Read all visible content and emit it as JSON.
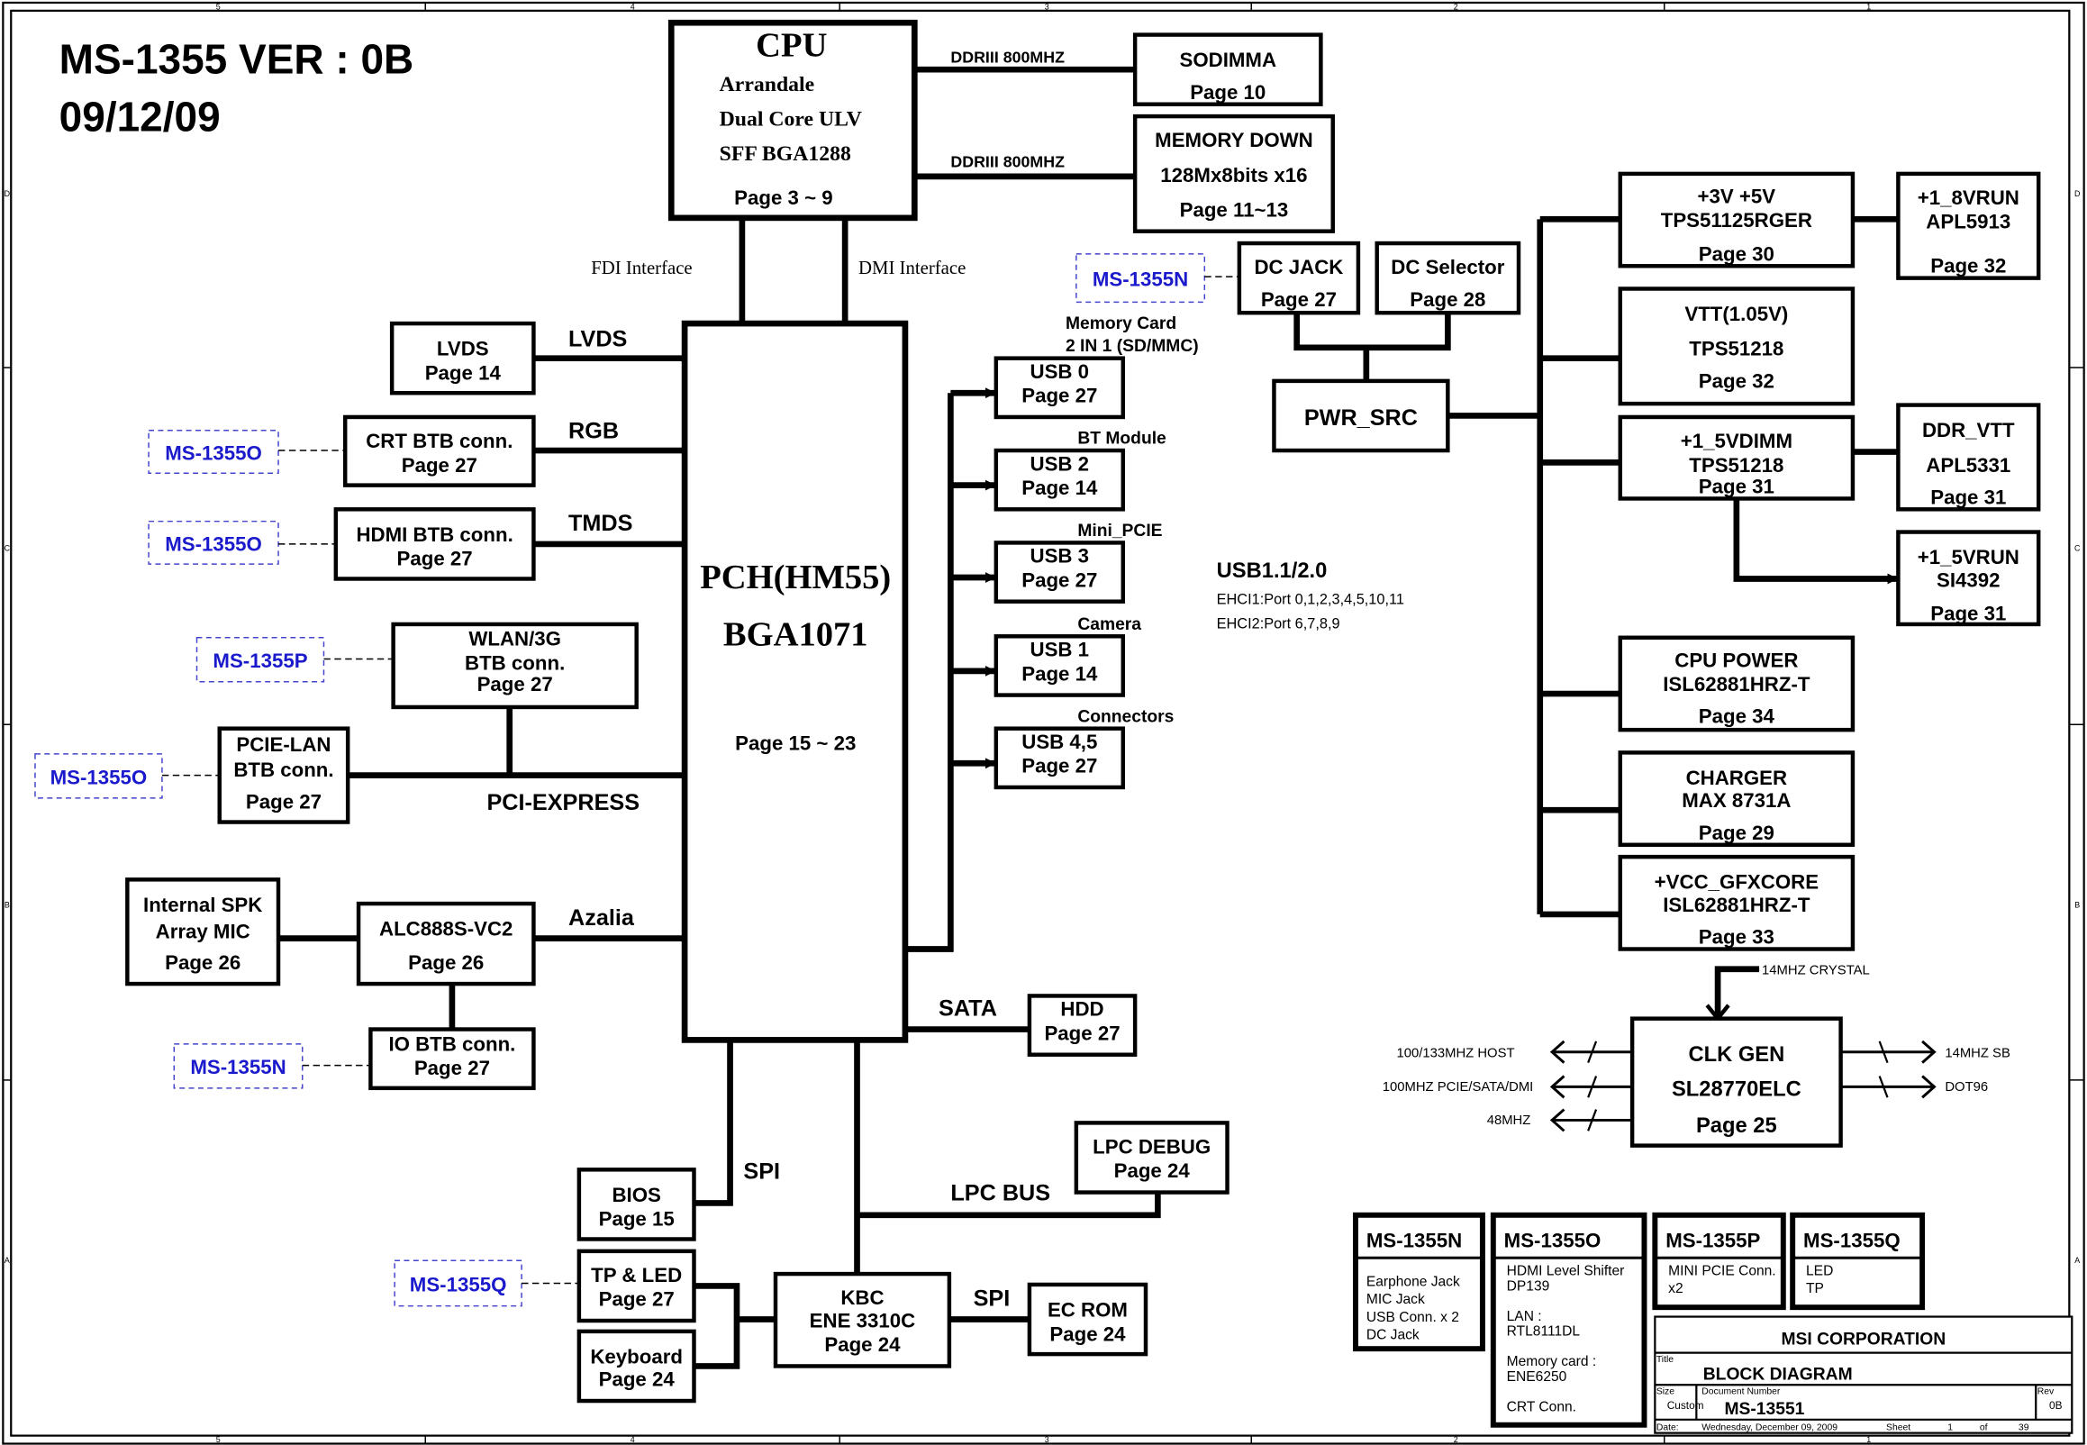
{
  "header": {
    "title": "MS-1355  VER : 0B",
    "date": "09/12/09"
  },
  "blocks": {
    "cpu": {
      "lines": [
        "CPU",
        "Arrandale",
        "Dual Core ULV",
        "SFF BGA1288",
        "Page 3 ~ 9"
      ]
    },
    "sodimm": {
      "lines": [
        "SODIMMA",
        "Page 10"
      ]
    },
    "memdown": {
      "lines": [
        "MEMORY DOWN",
        "128Mx8bits  x16",
        "Page 11~13"
      ]
    },
    "pch": {
      "lines": [
        "PCH(HM55)",
        "BGA1071",
        "Page 15 ~ 23"
      ]
    },
    "lvds": {
      "lines": [
        "LVDS",
        "Page 14"
      ]
    },
    "crt": {
      "lines": [
        "CRT BTB conn.",
        "Page 27"
      ]
    },
    "hdmi": {
      "lines": [
        "HDMI BTB conn.",
        "Page 27"
      ]
    },
    "wlan": {
      "lines": [
        "WLAN/3G",
        "BTB conn.",
        "Page 27"
      ]
    },
    "lan": {
      "lines": [
        "PCIE-LAN",
        "BTB conn.",
        "Page 27"
      ]
    },
    "spk": {
      "lines": [
        "Internal SPK",
        "Array MIC",
        "Page 26"
      ]
    },
    "alc": {
      "lines": [
        "ALC888S-VC2",
        "Page 26"
      ]
    },
    "iobtb": {
      "lines": [
        "IO BTB conn.",
        "Page 27"
      ]
    },
    "usb0": {
      "lines": [
        "USB 0",
        "Page 27"
      ]
    },
    "usb2": {
      "lines": [
        "USB 2",
        "Page 14"
      ]
    },
    "usb3": {
      "lines": [
        "USB 3",
        "Page 27"
      ]
    },
    "usb1": {
      "lines": [
        "USB 1",
        "Page 14"
      ]
    },
    "usb45": {
      "lines": [
        "USB 4,5",
        "Page 27"
      ]
    },
    "hdd": {
      "lines": [
        "HDD",
        "Page 27"
      ]
    },
    "bios": {
      "lines": [
        "BIOS",
        "Page 15"
      ]
    },
    "lpcdebug": {
      "lines": [
        "LPC DEBUG",
        "Page 24"
      ]
    },
    "kbc": {
      "lines": [
        "KBC",
        "ENE 3310C",
        "Page 24"
      ]
    },
    "ecrom": {
      "lines": [
        "EC ROM",
        "Page 24"
      ]
    },
    "tpled": {
      "lines": [
        "TP & LED",
        "Page 27"
      ]
    },
    "keyboard": {
      "lines": [
        "Keyboard",
        "Page 24"
      ]
    },
    "dcjack": {
      "lines": [
        "DC JACK",
        "Page 27"
      ]
    },
    "dcsel": {
      "lines": [
        "DC Selector",
        "Page 28"
      ]
    },
    "pwrsrc": {
      "lines": [
        "PWR_SRC"
      ]
    },
    "v3v5": {
      "lines": [
        "+3V +5V",
        "TPS51125RGER",
        "Page 30"
      ]
    },
    "vtt": {
      "lines": [
        "VTT(1.05V)",
        "TPS51218",
        "Page 32"
      ]
    },
    "v15dimm": {
      "lines": [
        "+1_5VDIMM",
        "TPS51218",
        "Page 31"
      ]
    },
    "cpupower": {
      "lines": [
        "CPU POWER",
        "ISL62881HRZ-T",
        "Page 34"
      ]
    },
    "charger": {
      "lines": [
        "CHARGER",
        "MAX 8731A",
        "Page 29"
      ]
    },
    "gfxcore": {
      "lines": [
        "+VCC_GFXCORE",
        "ISL62881HRZ-T",
        "Page 33"
      ]
    },
    "v18run": {
      "lines": [
        "+1_8VRUN",
        "APL5913",
        "Page 32"
      ]
    },
    "ddrvtt": {
      "lines": [
        "DDR_VTT",
        "APL5331",
        "Page 31"
      ]
    },
    "v15run": {
      "lines": [
        "+1_5VRUN",
        "SI4392",
        "Page 31"
      ]
    },
    "clkgen": {
      "lines": [
        "CLK GEN",
        "SL28770ELC",
        "Page 25"
      ]
    }
  },
  "variants": {
    "crt": "MS-1355O",
    "hdmi": "MS-1355O",
    "wlan": "MS-1355P",
    "lan": "MS-1355O",
    "iobtb": "MS-1355N",
    "tpled": "MS-1355Q",
    "dcjack": "MS-1355N"
  },
  "labels": {
    "ddr1": "DDRIII  800MHZ",
    "ddr2": "DDRIII  800MHZ",
    "fdi": "FDI Interface",
    "dmi": "DMI Interface",
    "lvds": "LVDS",
    "rgb": "RGB",
    "tmds": "TMDS",
    "pcie": "PCI-EXPRESS",
    "azalia": "Azalia",
    "sata": "SATA",
    "spi1": "SPI",
    "spi2": "SPI",
    "lpc": "LPC BUS",
    "memcard1": "Memory Card",
    "memcard2": "2 IN 1 (SD/MMC)",
    "bt": "BT Module",
    "minipcie": "Mini_PCIE",
    "camera": "Camera",
    "connectors": "Connectors",
    "usb_title": "USB1.1/2.0",
    "ehci1": "EHCI1:Port 0,1,2,3,4,5,10,11",
    "ehci2": "EHCI2:Port 6,7,8,9",
    "crystal": "14MHZ CRYSTAL",
    "clk_host": "100/133MHZ  HOST",
    "clk_pcie": "100MHZ PCIE/SATA/DMI",
    "clk_48": "48MHZ",
    "clk_14sb": "14MHZ  SB",
    "clk_dot96": "DOT96"
  },
  "variant_tables": [
    {
      "name": "MS-1355N",
      "items": [
        "Earphone Jack",
        "MIC Jack",
        "USB Conn. x 2",
        "DC Jack"
      ]
    },
    {
      "name": "MS-1355O",
      "items": [
        "HDMI Level Shifter",
        "DP139",
        "",
        "LAN :",
        "RTL8111DL",
        "",
        "Memory card :",
        "ENE6250",
        "",
        "CRT Conn."
      ]
    },
    {
      "name": "MS-1355P",
      "items": [
        "MINI PCIE Conn.",
        "x2"
      ]
    },
    {
      "name": "MS-1355Q",
      "items": [
        "LED",
        "TP"
      ]
    }
  ],
  "title_block": {
    "company": "MSI CORPORATION",
    "title_label": "Title",
    "title": "BLOCK DIAGRAM",
    "size_label": "Size",
    "size": "Custom",
    "docnum_label": "Document Number",
    "docnum": "MS-13551",
    "rev_label": "Rev",
    "rev": "0B",
    "date_label": "Date:",
    "date": "Wednesday, December 09, 2009",
    "sheet_label": "Sheet",
    "sheet": "1",
    "of_label": "of",
    "total": "39"
  },
  "zones": {
    "cols": [
      "5",
      "4",
      "3",
      "2",
      "1"
    ],
    "rows": [
      "D",
      "C",
      "B",
      "A"
    ]
  },
  "colors": {
    "ink": "#000000",
    "variant_blue": "#1a1acc"
  }
}
